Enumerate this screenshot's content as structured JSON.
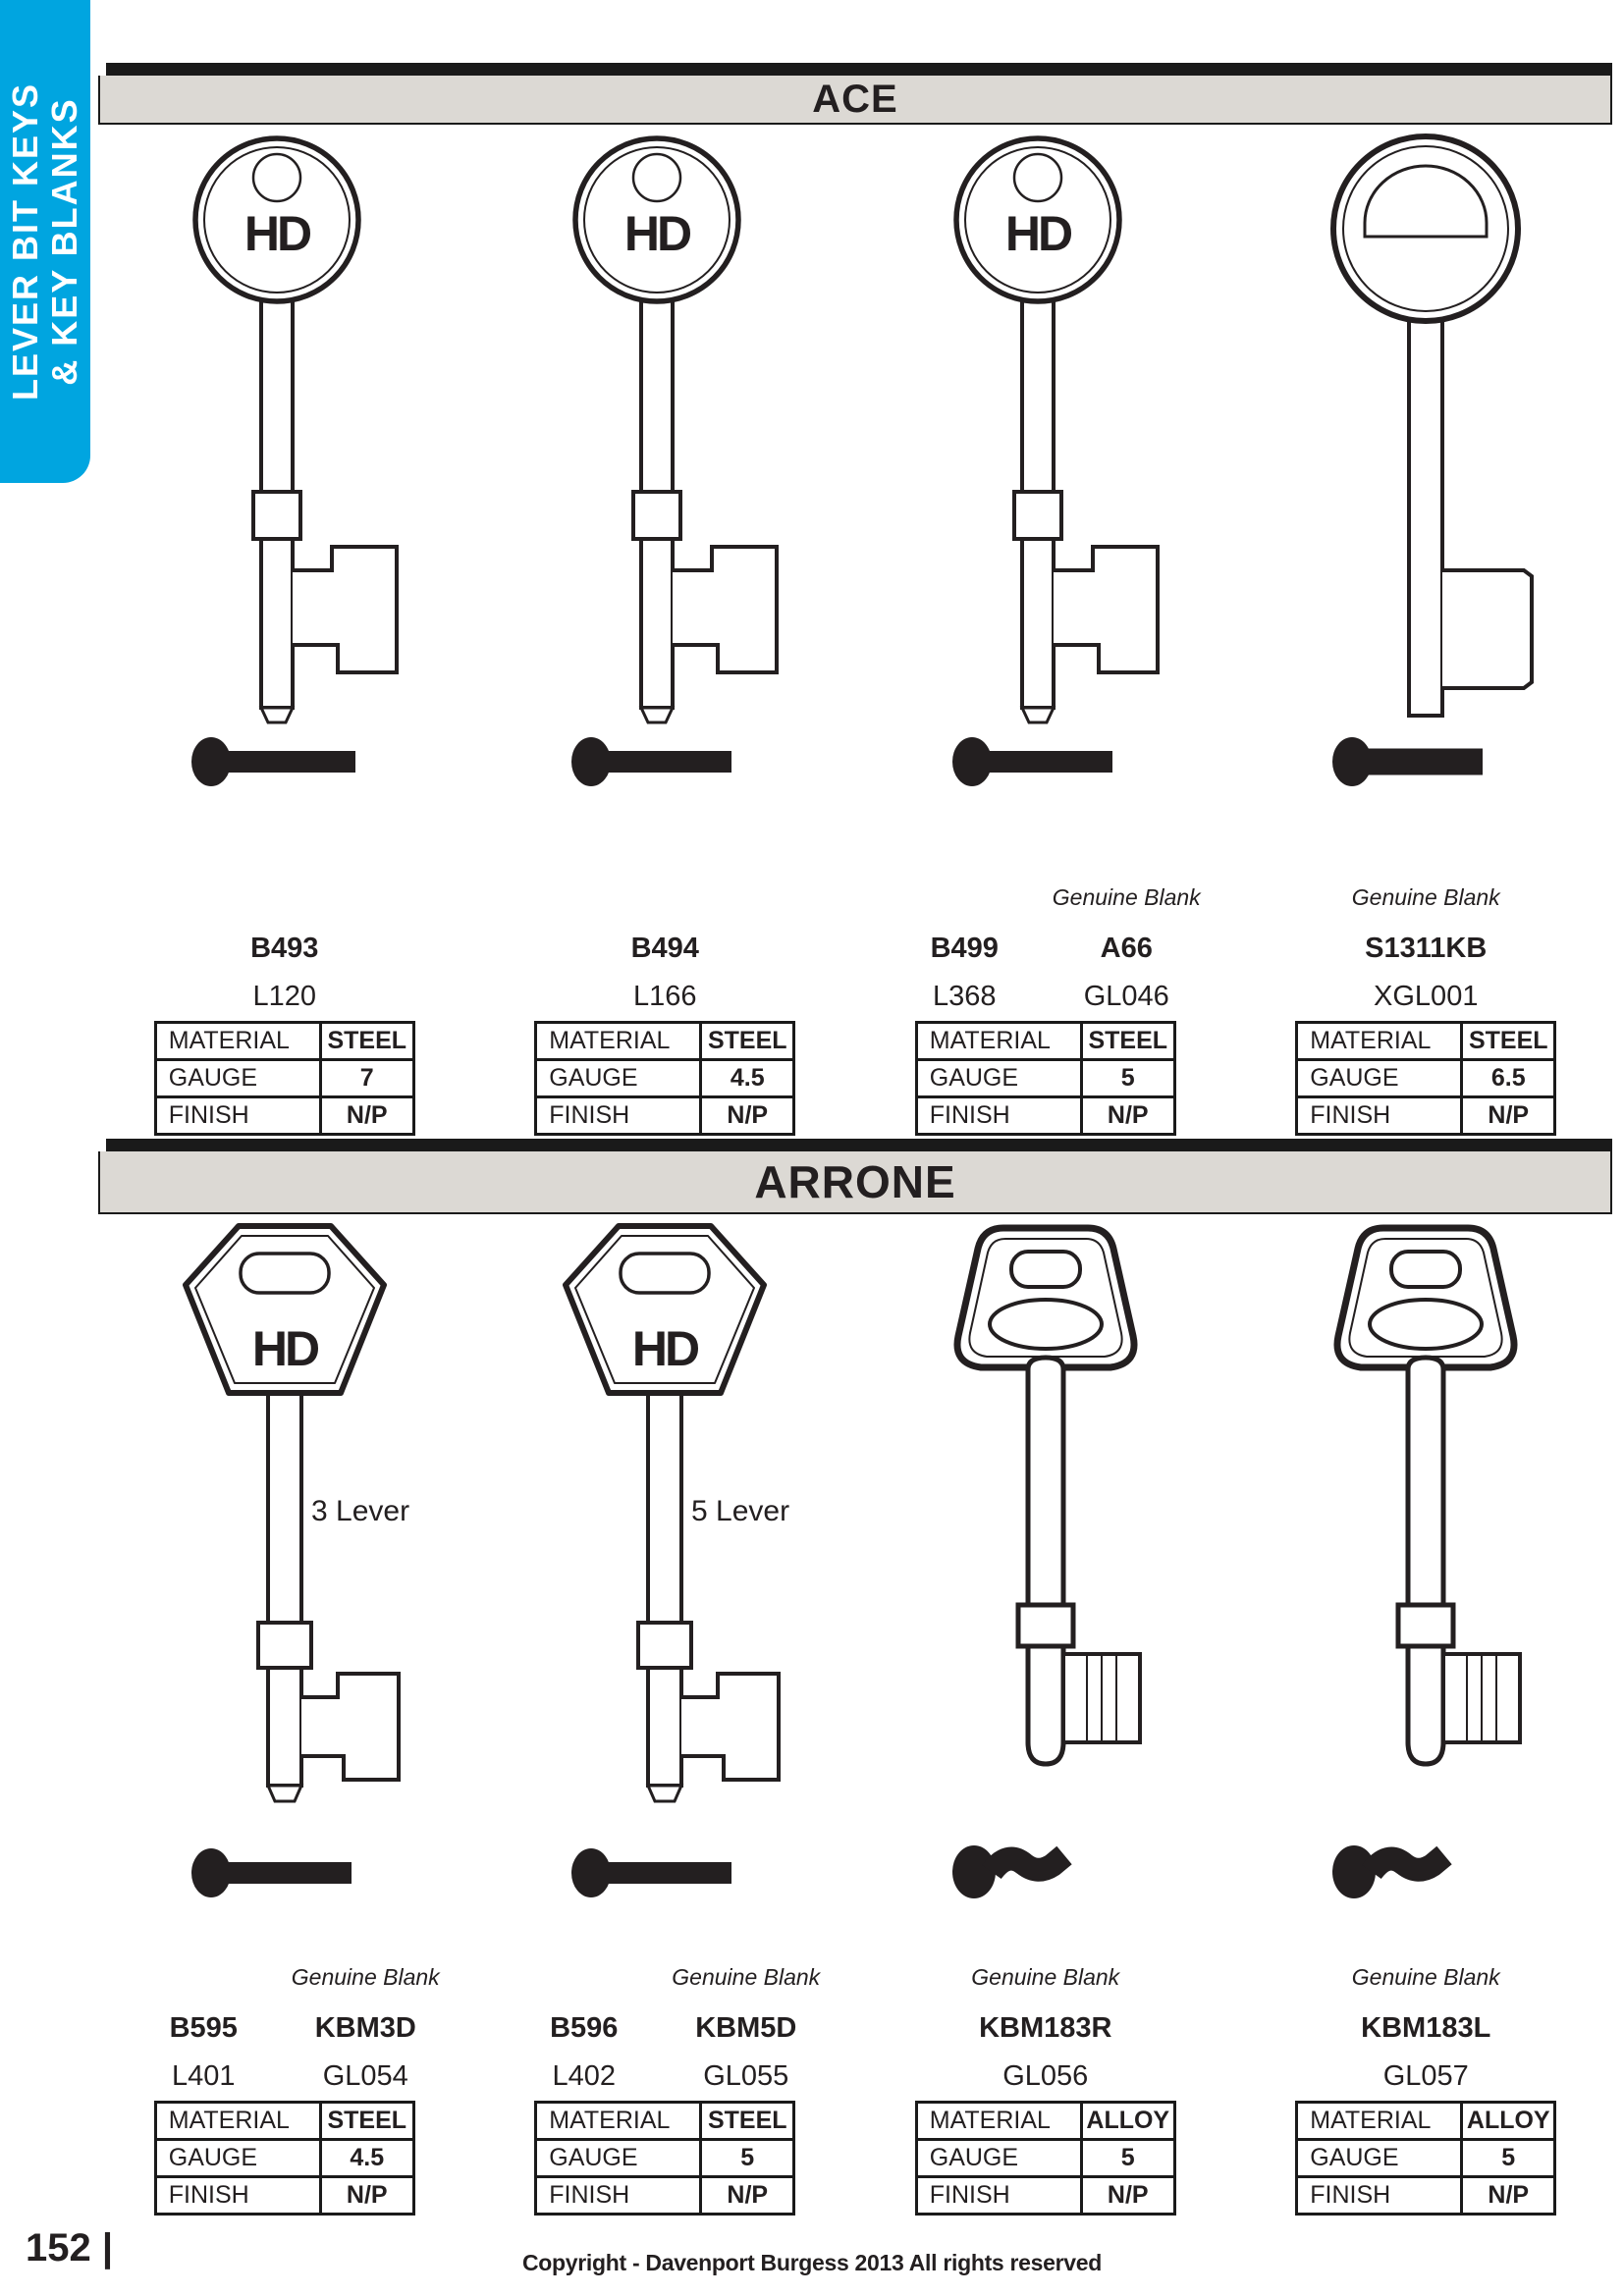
{
  "page": {
    "sidebar": {
      "line1": "LEVER BIT KEYS",
      "line2": "& KEY BLANKS"
    },
    "page_number": "152 |",
    "copyright": "Copyright - Davenport Burgess 2013 All rights reserved",
    "brand_mark": "HD",
    "colors": {
      "accent_blue": "#00a5e0",
      "banner_gray": "#dcd9d4",
      "ink": "#231f20"
    }
  },
  "sections": [
    {
      "title": "ACE",
      "products": [
        {
          "codes": [
            "B493"
          ],
          "refs": [
            "L120"
          ],
          "genuine_blank": "",
          "specs": {
            "material_label": "MATERIAL",
            "material": "STEEL",
            "gauge_label": "GAUGE",
            "gauge": "7",
            "finish_label": "FINISH",
            "finish": "N/P"
          }
        },
        {
          "codes": [
            "B494"
          ],
          "refs": [
            "L166"
          ],
          "genuine_blank": "",
          "specs": {
            "material_label": "MATERIAL",
            "material": "STEEL",
            "gauge_label": "GAUGE",
            "gauge": "4.5",
            "finish_label": "FINISH",
            "finish": "N/P"
          }
        },
        {
          "codes": [
            "B499",
            "A66"
          ],
          "refs": [
            "L368",
            "GL046"
          ],
          "genuine_blank": "Genuine Blank",
          "specs": {
            "material_label": "MATERIAL",
            "material": "STEEL",
            "gauge_label": "GAUGE",
            "gauge": "5",
            "finish_label": "FINISH",
            "finish": "N/P"
          }
        },
        {
          "codes": [
            "S1311KB"
          ],
          "refs": [
            "XGL001"
          ],
          "genuine_blank": "Genuine Blank",
          "specs": {
            "material_label": "MATERIAL",
            "material": "STEEL",
            "gauge_label": "GAUGE",
            "gauge": "6.5",
            "finish_label": "FINISH",
            "finish": "N/P"
          }
        }
      ]
    },
    {
      "title": "ARRONE",
      "products": [
        {
          "codes": [
            "B595",
            "KBM3D"
          ],
          "refs": [
            "L401",
            "GL054"
          ],
          "genuine_blank": "Genuine Blank",
          "lever_label": "3 Lever",
          "specs": {
            "material_label": "MATERIAL",
            "material": "STEEL",
            "gauge_label": "GAUGE",
            "gauge": "4.5",
            "finish_label": "FINISH",
            "finish": "N/P"
          }
        },
        {
          "codes": [
            "B596",
            "KBM5D"
          ],
          "refs": [
            "L402",
            "GL055"
          ],
          "genuine_blank": "Genuine Blank",
          "lever_label": "5 Lever",
          "specs": {
            "material_label": "MATERIAL",
            "material": "STEEL",
            "gauge_label": "GAUGE",
            "gauge": "5",
            "finish_label": "FINISH",
            "finish": "N/P"
          }
        },
        {
          "codes": [
            "KBM183R"
          ],
          "refs": [
            "GL056"
          ],
          "genuine_blank": "Genuine Blank",
          "specs": {
            "material_label": "MATERIAL",
            "material": "ALLOY",
            "gauge_label": "GAUGE",
            "gauge": "5",
            "finish_label": "FINISH",
            "finish": "N/P"
          }
        },
        {
          "codes": [
            "KBM183L"
          ],
          "refs": [
            "GL057"
          ],
          "genuine_blank": "Genuine Blank",
          "specs": {
            "material_label": "MATERIAL",
            "material": "ALLOY",
            "gauge_label": "GAUGE",
            "gauge": "5",
            "finish_label": "FINISH",
            "finish": "N/P"
          }
        }
      ]
    }
  ]
}
